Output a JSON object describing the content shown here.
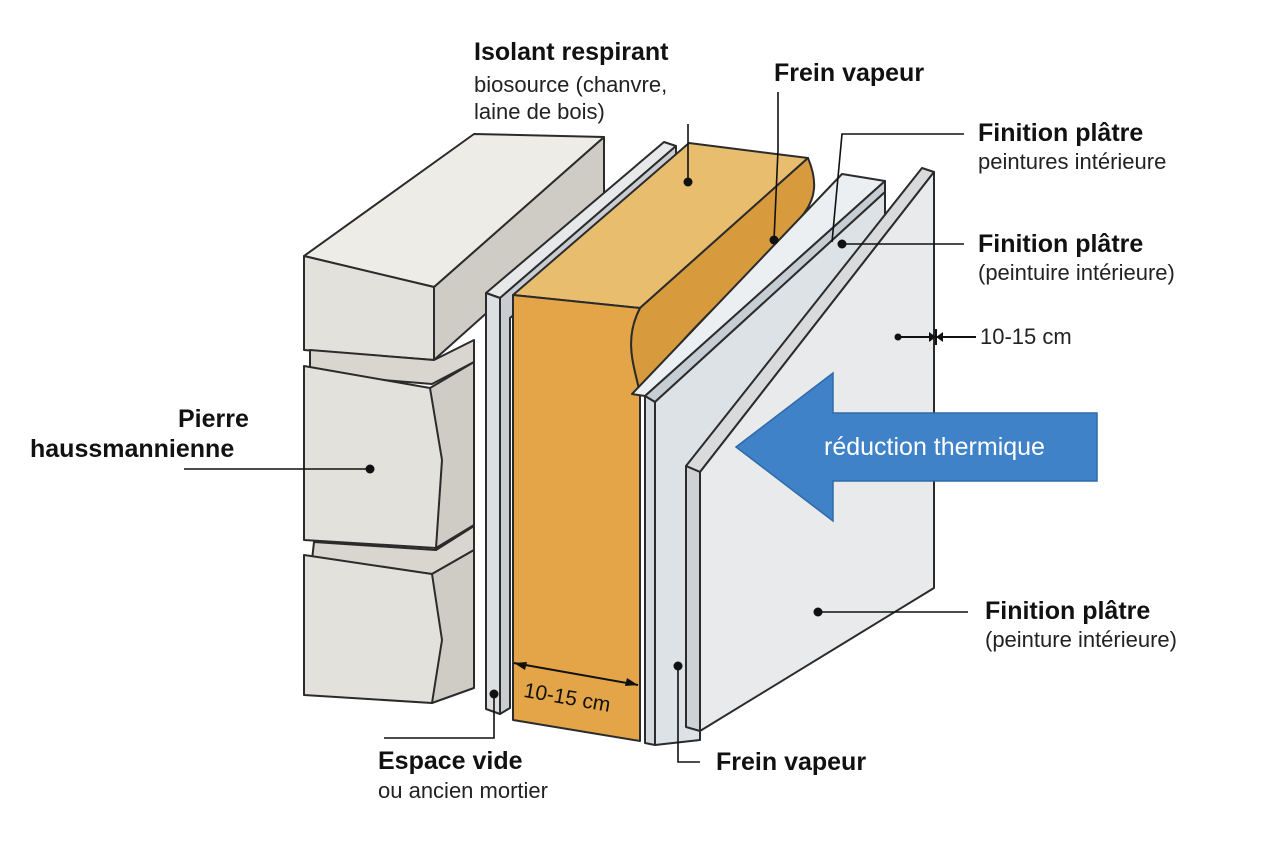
{
  "labels": {
    "isolant_title": "Isolant respirant",
    "isolant_sub_1": "biosource (chanvre,",
    "isolant_sub_2": "laine de bois)",
    "frein_vapeur_top": "Frein vapeur",
    "finition_1_title": "Finition plâtre",
    "finition_1_sub": "peintures intérieure",
    "finition_2_title": "Finition plâtre",
    "finition_2_sub": "(peintuire intérieure)",
    "thickness_right": "10-15 cm",
    "arrow_text": "réduction thermique",
    "pierre_1": "Pierre",
    "pierre_2": "haussmannienne",
    "finition_3_title": "Finition plâtre",
    "finition_3_sub": "(peinture intérieure)",
    "thickness_bottom": "10-15 cm",
    "espace_title": "Espace vide",
    "espace_sub": "ou ancien mortier",
    "frein_vapeur_bottom": "Frein vapeur"
  },
  "colors": {
    "stone_face": "#e3e1db",
    "stone_top": "#edece7",
    "stone_side": "#cfccc5",
    "insulation_face": "#e3a547",
    "insulation_top": "#e8bd6e",
    "insulation_side": "#d79a3c",
    "membrane": "#dde2e6",
    "plaster_face": "#e9eaeb",
    "arrow_blue": "#3f82c8",
    "outline": "#2b2b2b"
  }
}
